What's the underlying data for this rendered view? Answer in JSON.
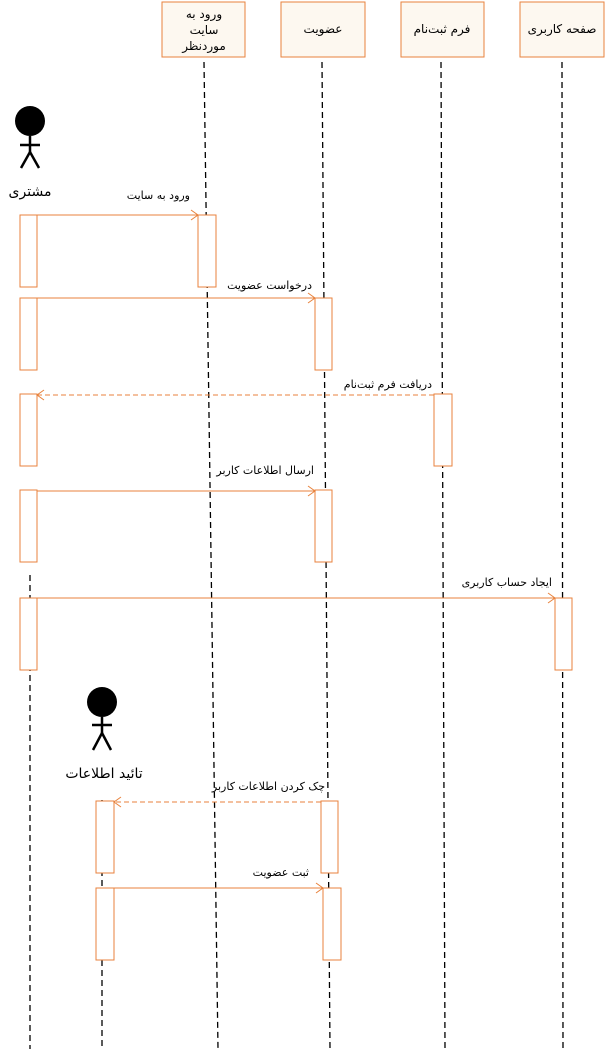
{
  "participants": [
    {
      "id": "p1",
      "label": [
        "ورود به",
        "سایت",
        "موردنظر"
      ]
    },
    {
      "id": "p2",
      "label": [
        "عضویت"
      ]
    },
    {
      "id": "p3",
      "label": [
        "فرم ثبت‌نام"
      ]
    },
    {
      "id": "p4",
      "label": [
        "صفحه کاربری"
      ]
    }
  ],
  "actors": [
    {
      "id": "customer",
      "label": "مشتری"
    },
    {
      "id": "verify",
      "label": "تائید اطلاعات"
    }
  ],
  "messages": [
    {
      "label": "ورود به سایت",
      "from": "customer",
      "to": "p1",
      "style": "solid"
    },
    {
      "label": "درخواست عضویت",
      "from": "customer",
      "to": "p2",
      "style": "solid"
    },
    {
      "label": "دریافت فرم ثبت‌نام",
      "from": "p3",
      "to": "customer",
      "style": "dashed"
    },
    {
      "label": "ارسال اطلاعات کاربر",
      "from": "customer",
      "to": "p2",
      "style": "solid"
    },
    {
      "label": "ایجاد حساب کاربری",
      "from": "customer",
      "to": "p4",
      "style": "solid"
    },
    {
      "label": "چک کردن اطلاعات کاربر",
      "from": "p2",
      "to": "verify",
      "style": "dashed"
    },
    {
      "label": "ثبت عضویت",
      "from": "verify",
      "to": "p2",
      "style": "solid"
    }
  ],
  "colors": {
    "accent": "#e8823c",
    "box_fill": "#fdf8f0",
    "line": "#000000"
  }
}
